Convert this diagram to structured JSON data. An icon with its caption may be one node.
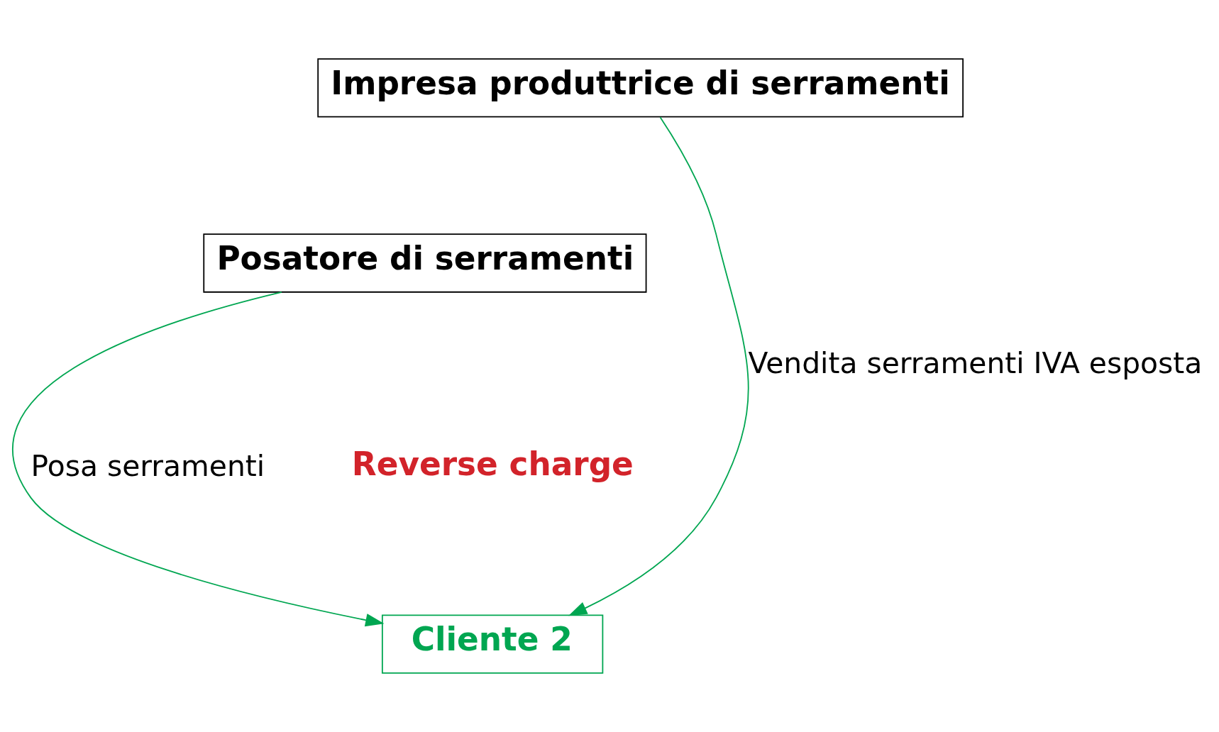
{
  "diagram": {
    "nodes": [
      {
        "text": [
          "Impresa produttrice di serramenti"
        ]
      },
      {
        "text": [
          "Posatore di serramenti"
        ]
      },
      {
        "text": [
          "Cliente 2"
        ]
      }
    ],
    "edges": [
      {
        "from": 1,
        "to": 2,
        "arrow": "to",
        "label": "Posa serramenti"
      },
      {
        "from": 0,
        "to": 2,
        "arrow": "to",
        "label": "Vendita serramenti IVA esposta"
      }
    ],
    "labels": [
      "Reverse charge"
    ]
  }
}
